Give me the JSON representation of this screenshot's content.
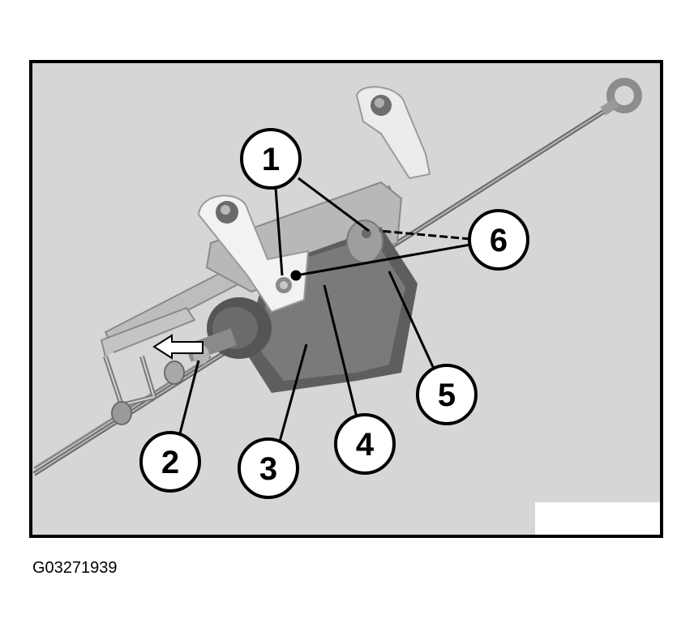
{
  "figure": {
    "id_label": "G03271939",
    "background_color": "#d6d6d6",
    "frame_color": "#000000",
    "callouts": [
      {
        "number": "1"
      },
      {
        "number": "2"
      },
      {
        "number": "3"
      },
      {
        "number": "4"
      },
      {
        "number": "5"
      },
      {
        "number": "6"
      }
    ]
  }
}
